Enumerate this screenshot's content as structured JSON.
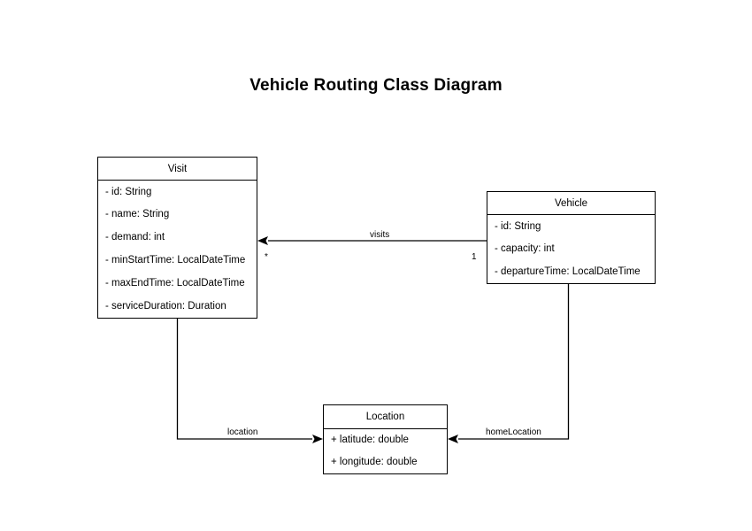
{
  "diagram": {
    "title": "Vehicle Routing Class Diagram",
    "type": "uml-class-diagram"
  },
  "classes": {
    "visit": {
      "name": "Visit",
      "attributes": [
        "- id: String",
        "- name: String",
        "- demand: int",
        "- minStartTime: LocalDateTime",
        "- maxEndTime: LocalDateTime",
        "- serviceDuration: Duration"
      ]
    },
    "vehicle": {
      "name": "Vehicle",
      "attributes": [
        "- id: String",
        "- capacity: int",
        "- departureTime: LocalDateTime"
      ]
    },
    "location": {
      "name": "Location",
      "attributes": [
        "+ latitude: double",
        "+ longitude: double"
      ]
    }
  },
  "edges": {
    "visits": {
      "label": "visits",
      "source": "Vehicle",
      "target": "Visit",
      "source_multiplicity": "1",
      "target_multiplicity": "*"
    },
    "location": {
      "label": "location",
      "source": "Visit",
      "target": "Location"
    },
    "home_location": {
      "label": "homeLocation",
      "source": "Vehicle",
      "target": "Location"
    }
  },
  "colors": {
    "stroke": "#000000",
    "fill": "#ffffff",
    "text": "#000000"
  }
}
